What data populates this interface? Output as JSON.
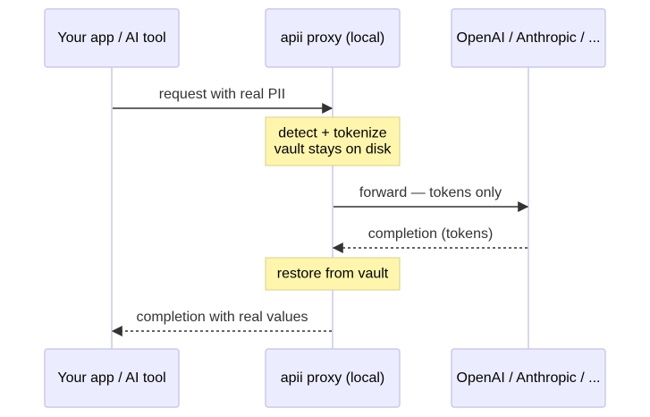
{
  "participants": [
    {
      "id": "app",
      "label": "Your app / AI tool"
    },
    {
      "id": "proxy",
      "label": "apii proxy (local)"
    },
    {
      "id": "llm",
      "label": "OpenAI / Anthropic / ..."
    }
  ],
  "steps": [
    {
      "kind": "message",
      "from": "app",
      "to": "proxy",
      "style": "solid",
      "text": "request with real PII"
    },
    {
      "kind": "note",
      "over": "proxy",
      "lines": [
        "detect + tokenize",
        "vault stays on disk"
      ]
    },
    {
      "kind": "message",
      "from": "proxy",
      "to": "llm",
      "style": "solid",
      "text": "forward — tokens only"
    },
    {
      "kind": "message",
      "from": "llm",
      "to": "proxy",
      "style": "dashed",
      "text": "completion (tokens)"
    },
    {
      "kind": "note",
      "over": "proxy",
      "lines": [
        "restore from vault"
      ]
    },
    {
      "kind": "message",
      "from": "proxy",
      "to": "app",
      "style": "dashed",
      "text": "completion with real values"
    }
  ],
  "colors": {
    "actor_fill": "#ececff",
    "actor_border": "#c9c9ef",
    "note_fill": "#fff5ad",
    "note_border": "#d9d08a",
    "arrow": "#333333"
  }
}
